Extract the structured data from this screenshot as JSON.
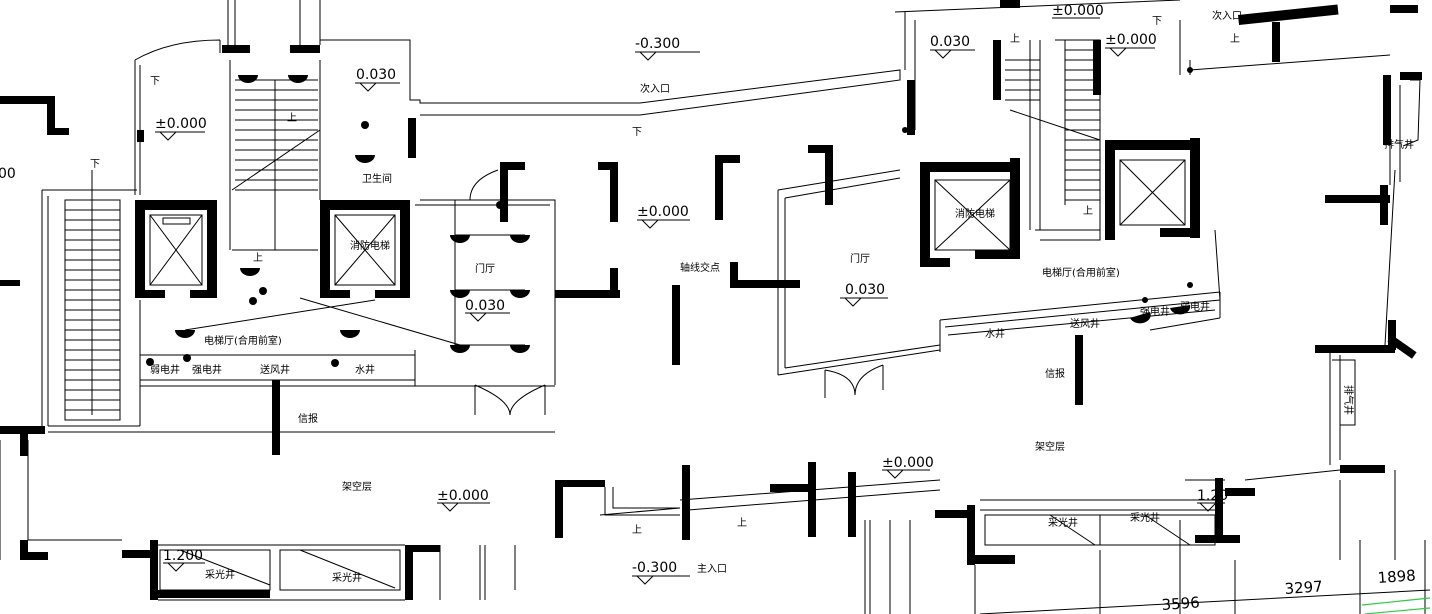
{
  "drawing": {
    "left_block": {
      "levels": {
        "upper_entry": "-0.300",
        "stair_hall": "±0.000",
        "toilet_side": "0.030",
        "lobby": "0.030",
        "outdoor": "±0.000",
        "lobby_out": "±0.000",
        "lightwell": "1.200",
        "main_entry": "-0.300",
        "cut": "00"
      },
      "labels": {
        "secondary_entrance": "次入口",
        "down1": "下",
        "down2": "下",
        "down3": "下",
        "up1": "上",
        "up2": "上",
        "up3": "上",
        "up4": "上",
        "toilet": "卫生间",
        "fire_elevator": "消防电梯",
        "foyer": "门厅",
        "elevator_hall": "电梯厅(合用前室)",
        "weak_shaft": "弱电井",
        "strong_shaft": "强电井",
        "air_shaft": "送风井",
        "water_shaft": "水井",
        "mailbox": "信报",
        "open_floor": "架空层",
        "lightwell1": "采光井",
        "lightwell2": "采光井",
        "main_entrance": "主入口",
        "axis_point": "轴线交点"
      }
    },
    "right_block": {
      "levels": {
        "top": "±0.000",
        "stair_left": "0.030",
        "stair_right": "±0.000",
        "foyer": "0.030",
        "outdoor": "±0.000",
        "lightwell": "1.20"
      },
      "labels": {
        "down": "下",
        "secondary_entrance": "次入口",
        "up1": "上",
        "up2": "上",
        "up3": "上",
        "exhaust1": "排气井",
        "exhaust2": "排气井",
        "fire_elevator": "消防电梯",
        "foyer": "门厅",
        "elevator_hall": "电梯厅(合用前室)",
        "water_shaft": "水井",
        "air_shaft": "送风井",
        "strong_shaft": "强电井",
        "weak_shaft": "弱电井",
        "mailbox": "信报",
        "open_floor": "架空层",
        "lightwell1": "采光井",
        "lightwell2": "采光井"
      }
    },
    "dimensions": [
      "3596",
      "3297",
      "1898"
    ]
  }
}
